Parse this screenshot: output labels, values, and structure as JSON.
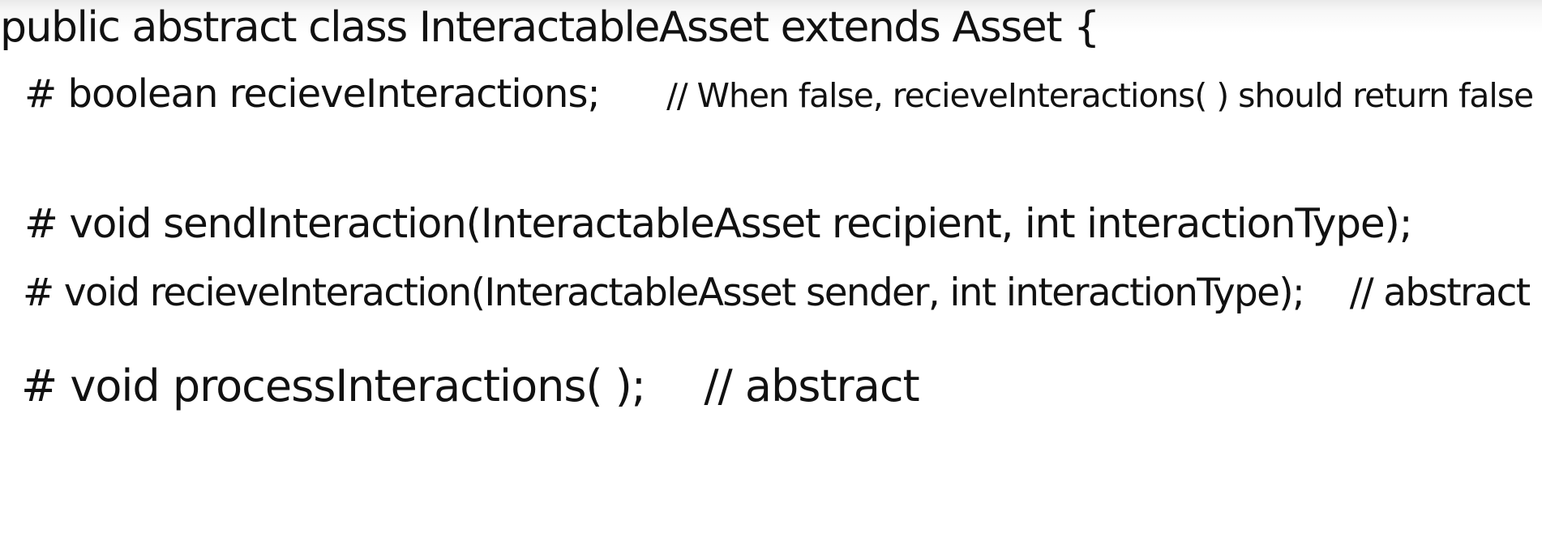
{
  "class_declaration": {
    "text": "public abstract class InteractableAsset extends Asset {"
  },
  "fields": [
    {
      "declaration": "# boolean recieveInteractions;",
      "comment": "// When false, recieveInteractions( ) should return false"
    }
  ],
  "methods": [
    {
      "declaration": "# void sendInteraction(InteractableAsset recipient, int interactionType);",
      "comment": ""
    },
    {
      "declaration": "# void recieveInteraction(InteractableAsset sender, int interactionType);",
      "comment": "// abstract"
    },
    {
      "declaration": "# void processInteractions( );",
      "comment": "// abstract"
    }
  ]
}
